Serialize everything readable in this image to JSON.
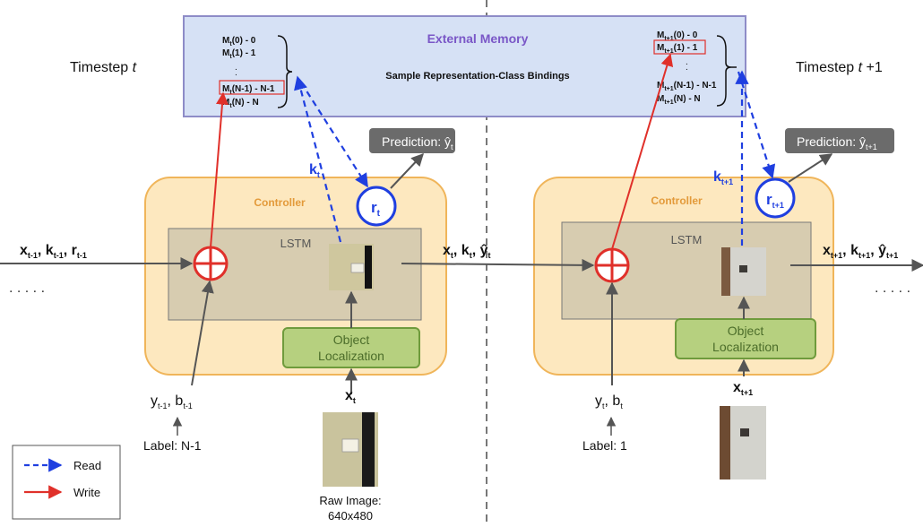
{
  "memory": {
    "title": "External Memory",
    "subtitle": "Sample Representation-Class Bindings",
    "left_rows": [
      "M",
      "M",
      "M",
      "M"
    ],
    "left_row_text": [
      "(0) - 0",
      "(1) - 1",
      "(N-1) - N-1",
      "(N) - N"
    ],
    "left_sub": "t",
    "right_sub": "t+1"
  },
  "timesteps": {
    "left": "Timestep t",
    "right": "Timestep t +1"
  },
  "left_step": {
    "controller": "Controller",
    "lstm": "LSTM",
    "object_localization": [
      "Object",
      "Localization"
    ],
    "prediction": "Prediction: ŷ",
    "prediction_sub": "t",
    "key": "k",
    "key_sub": "t",
    "read": "r",
    "read_sub": "t",
    "input_vars": [
      "x",
      "k",
      "r"
    ],
    "input_subs": [
      "t-1",
      "t-1",
      "t-1"
    ],
    "label_vars": "y",
    "label_text": "Label: N-1",
    "image_input": "x",
    "image_input_sub": "t",
    "raw_image": [
      "Raw Image:",
      "640x480"
    ]
  },
  "right_step": {
    "controller": "Controller",
    "lstm": "LSTM",
    "object_localization": [
      "Object",
      "Localization"
    ],
    "prediction": "Prediction: ŷ",
    "prediction_sub": "t+1",
    "key": "k",
    "key_sub": "t+1",
    "read": "r",
    "read_sub": "t+1",
    "input_vars": [
      "x",
      "k",
      "ŷ"
    ],
    "input_subs": [
      "t",
      "t",
      "t"
    ],
    "label_text": "Label: 1",
    "image_input": "x",
    "image_input_sub": "t+1",
    "output_vars": [
      "x",
      "k",
      "ŷ"
    ],
    "output_subs": [
      "t+1",
      "t+1",
      "t+1"
    ]
  },
  "legend": {
    "read": "Read",
    "write": "Write"
  },
  "ellipsis": ". . . . .",
  "colors": {
    "memory_fill": "#d6e1f5",
    "memory_stroke": "#8e8cc7",
    "controller_fill": "#fde8bf",
    "controller_stroke": "#f0b55a",
    "lstm_fill": "#d7ccb0",
    "objloc_fill": "#b6d07f",
    "objloc_stroke": "#6f9b3c",
    "read": "#1f3fe0",
    "write": "#e0302a",
    "prediction_fill": "#6b6b6b"
  }
}
